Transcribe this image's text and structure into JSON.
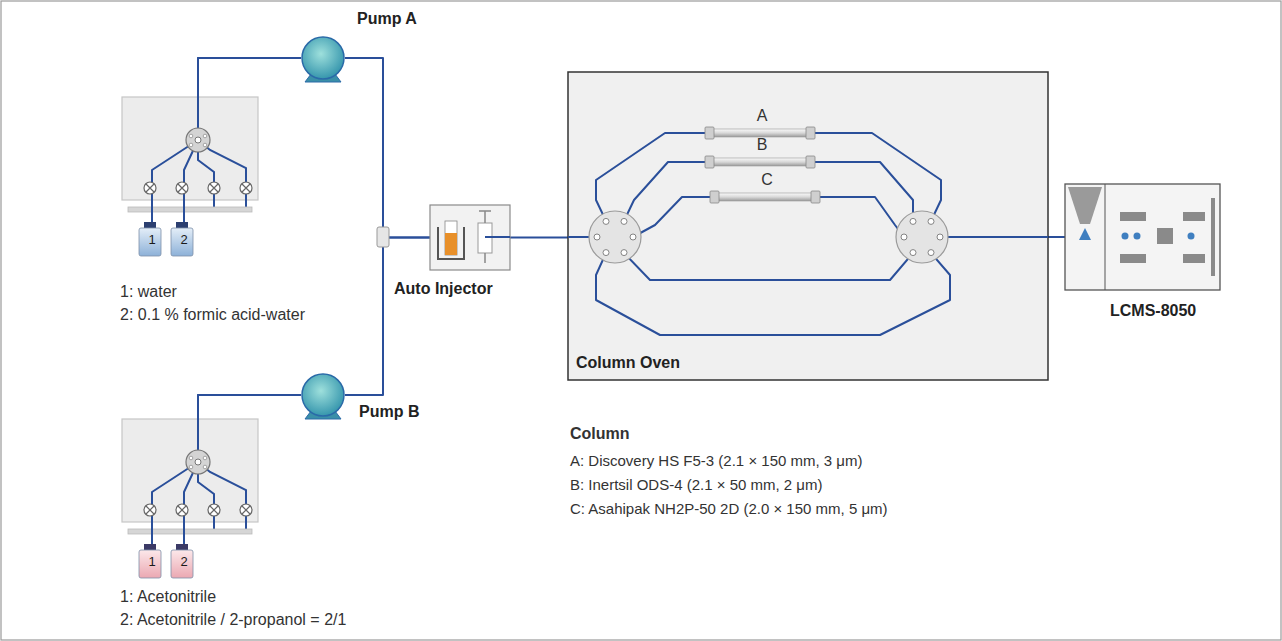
{
  "diagram": {
    "nodes": [
      {
        "text": [
          "Pump A"
        ]
      },
      {
        "text": [
          "1"
        ]
      },
      {
        "text": [
          "2"
        ]
      },
      {
        "text": [
          "Pump B"
        ]
      },
      {
        "text": [
          "1"
        ]
      },
      {
        "text": [
          "2"
        ]
      },
      {
        "text": [
          "Auto Injector"
        ]
      },
      {
        "text": [
          "Column Oven"
        ]
      },
      {
        "text": [
          "A"
        ],
        "in": 7
      },
      {
        "text": [
          "B"
        ],
        "in": 7
      },
      {
        "text": [
          "C"
        ],
        "in": 7
      },
      {
        "text": [
          "LCMS-8050"
        ]
      }
    ],
    "edges": [
      {
        "from": 1,
        "to": 0,
        "arrow": "none"
      },
      {
        "from": 2,
        "to": 0,
        "arrow": "none"
      },
      {
        "from": 4,
        "to": 3,
        "arrow": "none"
      },
      {
        "from": 5,
        "to": 3,
        "arrow": "none"
      },
      {
        "from": 0,
        "to": 6,
        "arrow": "none"
      },
      {
        "from": 3,
        "to": 6,
        "arrow": "none"
      },
      {
        "from": 6,
        "to": 7,
        "arrow": "none"
      },
      {
        "from": 7,
        "to": 11,
        "arrow": "none"
      }
    ],
    "labels": [
      "1: water",
      "2: 0.1 % formic acid-water",
      "1: Acetonitrile",
      "2: Acetonitrile / 2-propanol = 2/1",
      "Column",
      "A: Discovery HS F5-3 (2.1 × 150 mm, 3 μm)",
      "B: Inertsil ODS-4 (2.1 × 50 mm, 2 μm)",
      "C: Asahipak NH2P-50 2D (2.0 × 150 mm, 5 μm)"
    ]
  }
}
